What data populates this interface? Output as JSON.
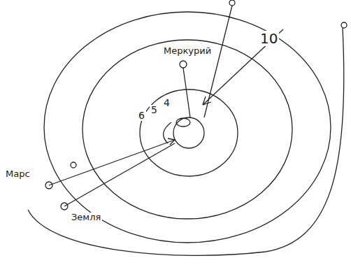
{
  "diagram": {
    "labels": [
      "Меркурий",
      "Марс",
      "Земля",
      "10",
      "6",
      "5",
      "4"
    ]
  }
}
